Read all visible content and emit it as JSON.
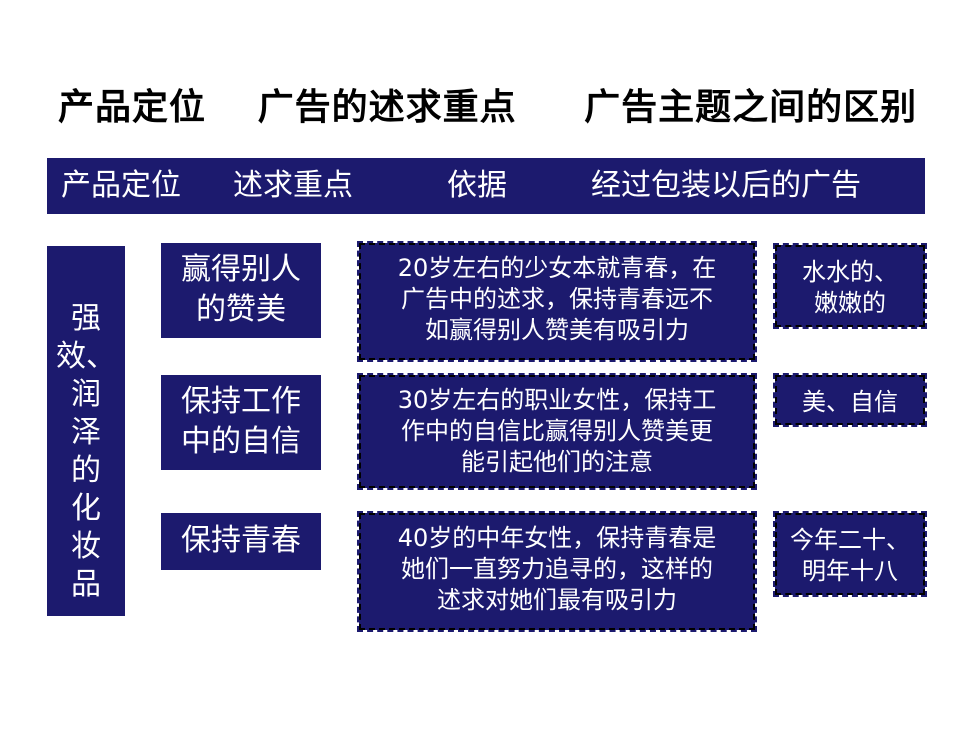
{
  "title": {
    "part1": "产品定位",
    "part2": "广告的述求重点",
    "part3": "广告主题之间的区别"
  },
  "header": {
    "col1": "产品定位",
    "col2": "述求重点",
    "col3": "依据",
    "col4": "经过包装以后的广告"
  },
  "positioning": {
    "chars": [
      "强",
      "效、",
      "润",
      "泽",
      "的",
      "化",
      "妆",
      "品"
    ]
  },
  "rows": [
    {
      "focus_lines": [
        "赢得别人",
        "的赞美"
      ],
      "reason_lines": [
        "20岁左右的少女本就青春，在",
        "广告中的述求，保持青春远不",
        "如赢得别人赞美有吸引力"
      ],
      "ad_lines": [
        "水水的、",
        "嫩嫩的"
      ]
    },
    {
      "focus_lines": [
        "保持工作",
        "中的自信"
      ],
      "reason_lines": [
        "30岁左右的职业女性，保持工",
        "作中的自信比赢得别人赞美更",
        "能引起他们的注意"
      ],
      "ad_lines": [
        "美、自信"
      ]
    },
    {
      "focus_lines": [
        "保持青春"
      ],
      "reason_lines": [
        "40岁的中年女性，保持青春是",
        "她们一直努力追寻的，这样的",
        "述求对她们最有吸引力"
      ],
      "ad_lines": [
        "今年二十、",
        "明年十八"
      ]
    }
  ],
  "colors": {
    "box_fill": "#1c1a6e",
    "text_on_box": "#ffffff",
    "title_text": "#000000"
  }
}
